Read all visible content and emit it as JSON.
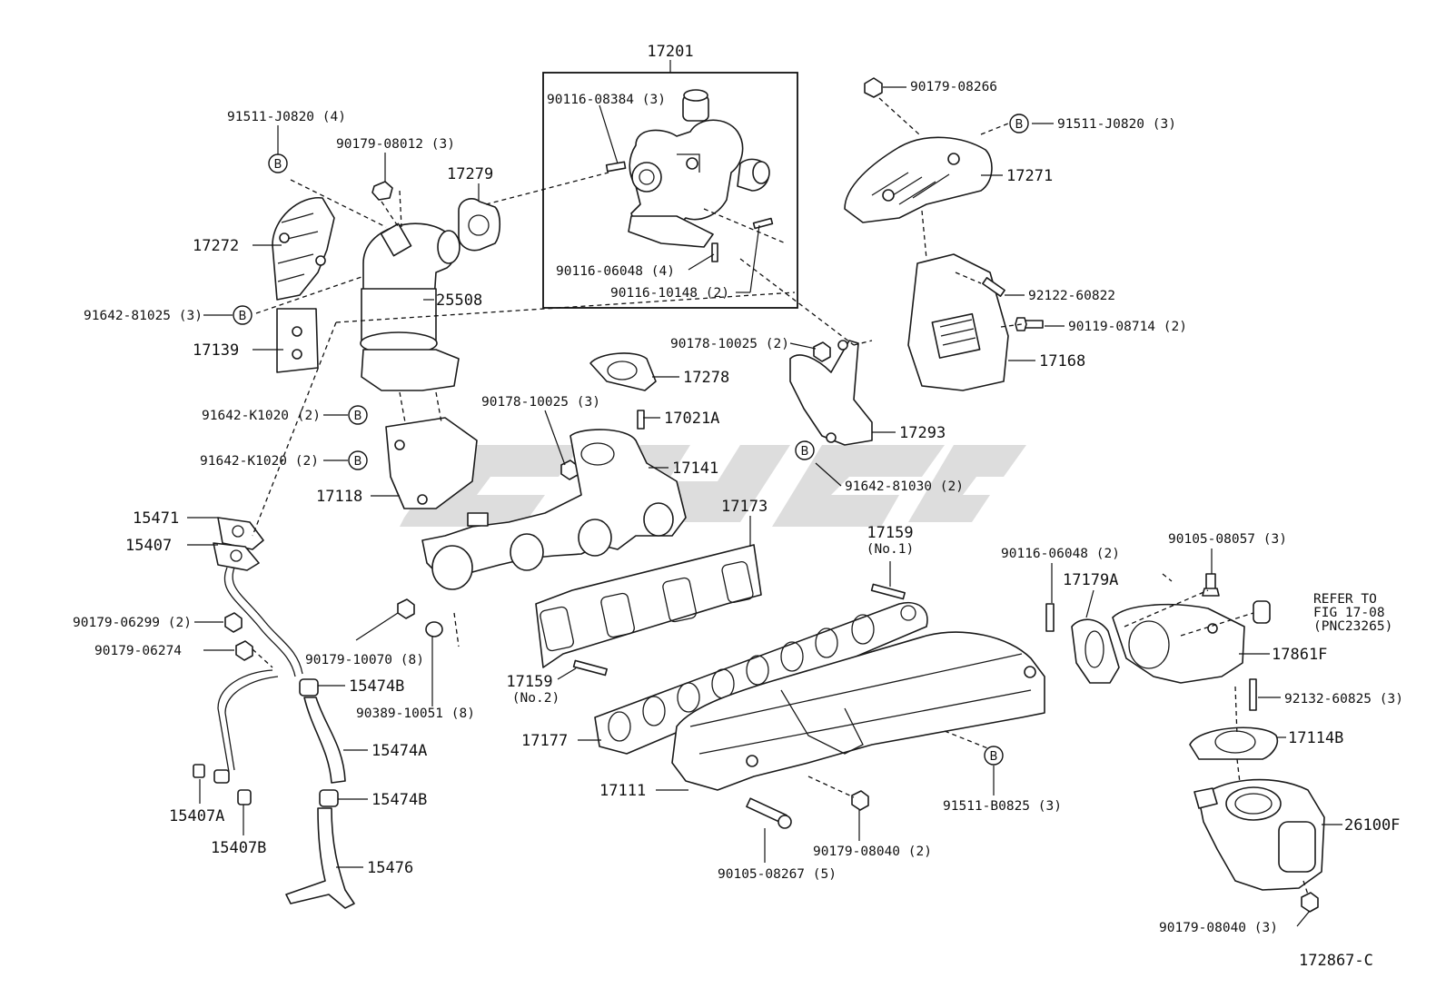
{
  "diagram": {
    "drawing_number": "172867-C",
    "assembly_label": "17201",
    "refer_note": [
      "REFER TO",
      "FIG 17-08",
      "(PNC23265)"
    ],
    "bolt_marker": "B",
    "labels": {
      "l17201_a": "90116-08384 (3)",
      "l17201_b": "90116-06048 (4)",
      "l17201_c": "90116-10148 (2)",
      "l91511j4": "91511-J0820 (4)",
      "l90179_08012": "90179-08012 (3)",
      "l17279": "17279",
      "l17272": "17272",
      "l25508": "25508",
      "l91642_81025": "91642-81025 (3)",
      "l17139": "17139",
      "l91642_k1": "91642-K1020 (2)",
      "l91642_k2": "91642-K1020 (2)",
      "l17118": "17118",
      "l90179_08266": "90179-08266",
      "l91511j3": "91511-J0820 (3)",
      "l17271": "17271",
      "l92122": "92122-60822",
      "l90119": "90119-08714 (2)",
      "l17168": "17168",
      "l90178_a": "90178-10025 (2)",
      "l17278": "17278",
      "l90178_b": "90178-10025 (3)",
      "l17021a": "17021A",
      "l17141": "17141",
      "l17293": "17293",
      "l91642_81030": "91642-81030 (2)",
      "l17173": "17173",
      "l15471": "15471",
      "l15407": "15407",
      "l90179_06299": "90179-06299 (2)",
      "l90179_06274": "90179-06274",
      "l90179_10070": "90179-10070 (8)",
      "l15474b1": "15474B",
      "l90389": "90389-10051 (8)",
      "l15474a": "15474A",
      "l15474b2": "15474B",
      "l15407a": "15407A",
      "l15407b": "15407B",
      "l15476": "15476",
      "l17159no1": "17159",
      "l17159no1s": "(No.1)",
      "l17159no2": "17159",
      "l17159no2s": "(No.2)",
      "l17177": "17177",
      "l17111": "17111",
      "l90105_08267": "90105-08267 (5)",
      "l90179_08040a": "90179-08040 (2)",
      "l91511_b0825": "91511-B0825 (3)",
      "l90116_06048b": "90116-06048 (2)",
      "l17179a": "17179A",
      "l90105_08057": "90105-08057 (3)",
      "l17861f": "17861F",
      "l92132": "92132-60825 (3)",
      "l17114b": "17114B",
      "l26100f": "26100F",
      "l90179_08040b": "90179-08040 (3)"
    }
  }
}
